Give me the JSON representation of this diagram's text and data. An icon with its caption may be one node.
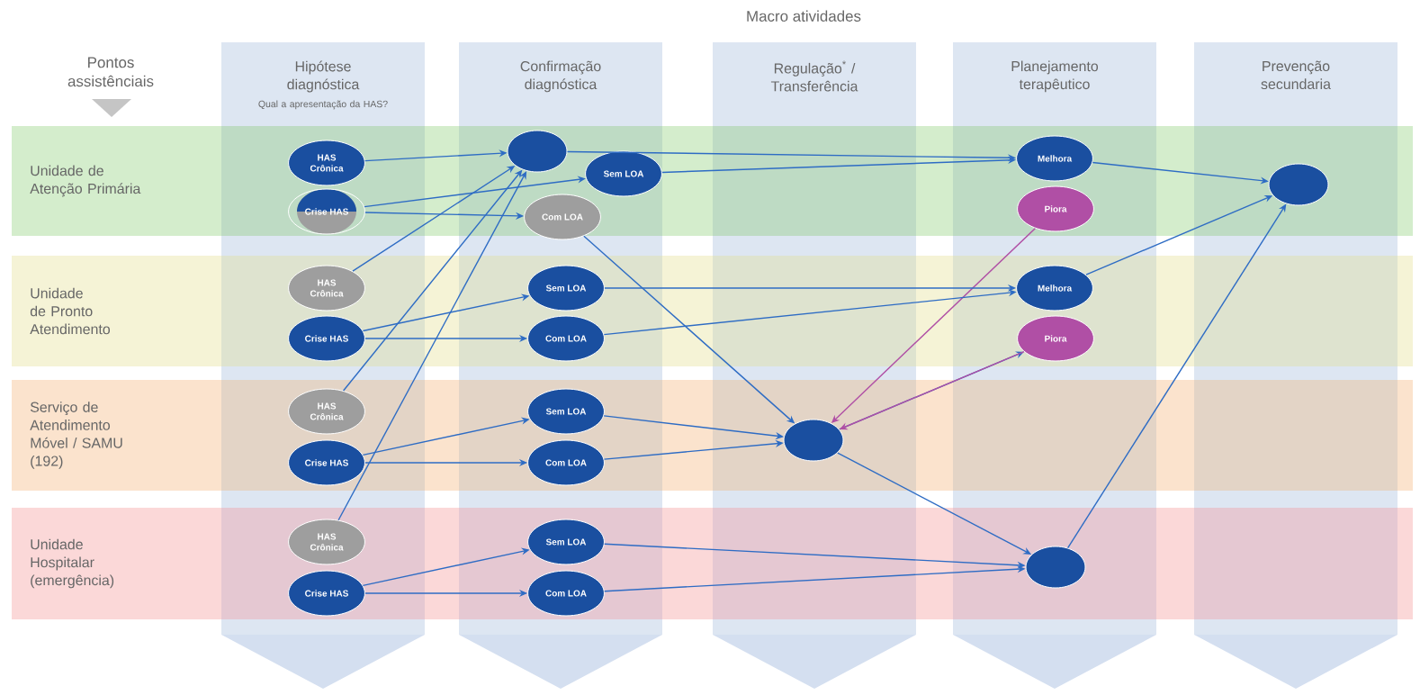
{
  "diagram": {
    "title": "Macro atividades",
    "nodes": [
      {
        "text": [
          "HAS Crônica"
        ]
      },
      {
        "text": [
          "Crise HAS"
        ]
      },
      {
        "text": [],
        "shape": "circle"
      },
      {
        "text": [
          "Sem LOA"
        ]
      },
      {
        "text": [
          "Com LOA"
        ]
      },
      {
        "text": [
          "Melhora"
        ]
      },
      {
        "text": [
          "Piora"
        ]
      },
      {
        "text": [],
        "shape": "circle"
      },
      {
        "text": [
          "HAS Crônica"
        ]
      },
      {
        "text": [
          "Crise HAS"
        ]
      },
      {
        "text": [
          "Sem LOA"
        ]
      },
      {
        "text": [
          "Com LOA"
        ]
      },
      {
        "text": [
          "Melhora"
        ]
      },
      {
        "text": [
          "Piora"
        ]
      },
      {
        "text": [
          "HAS Crônica"
        ]
      },
      {
        "text": [
          "Crise HAS"
        ]
      },
      {
        "text": [
          "Sem LOA"
        ]
      },
      {
        "text": [
          "Com LOA"
        ]
      },
      {
        "text": [],
        "shape": "circle"
      },
      {
        "text": [
          "HAS Crônica"
        ]
      },
      {
        "text": [
          "Crise HAS"
        ]
      },
      {
        "text": [
          "Sem LOA"
        ]
      },
      {
        "text": [
          "Com LOA"
        ]
      },
      {
        "text": [],
        "shape": "circle"
      }
    ],
    "edges": [
      {
        "from": 0,
        "to": 2,
        "arrow": "to"
      },
      {
        "from": 1,
        "to": 3,
        "arrow": "to"
      },
      {
        "from": 1,
        "to": 4,
        "arrow": "to"
      },
      {
        "from": 2,
        "to": 5,
        "arrow": "to"
      },
      {
        "from": 3,
        "to": 5,
        "arrow": "to"
      },
      {
        "from": 5,
        "to": 7,
        "arrow": "to"
      },
      {
        "from": 4,
        "to": 18,
        "arrow": "to"
      },
      {
        "from": 6,
        "to": 18,
        "arrow": "to",
        "color": "#b04fa5"
      },
      {
        "from": 8,
        "to": 2,
        "arrow": "to"
      },
      {
        "from": 9,
        "to": 10,
        "arrow": "to"
      },
      {
        "from": 9,
        "to": 11,
        "arrow": "to"
      },
      {
        "from": 10,
        "to": 12,
        "arrow": "to"
      },
      {
        "from": 11,
        "to": 12,
        "arrow": "to"
      },
      {
        "from": 12,
        "to": 7,
        "arrow": "to"
      },
      {
        "from": 18,
        "to": 13,
        "arrow": "to"
      },
      {
        "from": 13,
        "to": 18,
        "arrow": "to",
        "color": "#b04fa5"
      },
      {
        "from": 14,
        "to": 2,
        "arrow": "to"
      },
      {
        "from": 15,
        "to": 16,
        "arrow": "to"
      },
      {
        "from": 15,
        "to": 17,
        "arrow": "to"
      },
      {
        "from": 16,
        "to": 18,
        "arrow": "to"
      },
      {
        "from": 17,
        "to": 18,
        "arrow": "to"
      },
      {
        "from": 18,
        "to": 23,
        "arrow": "to"
      },
      {
        "from": 19,
        "to": 2,
        "arrow": "to"
      },
      {
        "from": 20,
        "to": 21,
        "arrow": "to"
      },
      {
        "from": 20,
        "to": 22,
        "arrow": "to"
      },
      {
        "from": 21,
        "to": 23,
        "arrow": "to"
      },
      {
        "from": 22,
        "to": 23,
        "arrow": "to"
      },
      {
        "from": 23,
        "to": 7,
        "arrow": "to"
      }
    ],
    "labels": [
      "Pontos assistênciais",
      "Hipótese diagnóstica",
      "Qual a apresentação da HAS?",
      "Confirmação diagnóstica",
      "Regulação$^{*}$ / Transferência",
      "Planejamento terapêutico",
      "Prevenção secundaria",
      "Unidade de Atenção Primária",
      "Unidade de Pronto Atendimento",
      "Serviço de Atendimento Móvel / SAMU (192)",
      "Unidade Hospitalar (emergência)"
    ]
  }
}
